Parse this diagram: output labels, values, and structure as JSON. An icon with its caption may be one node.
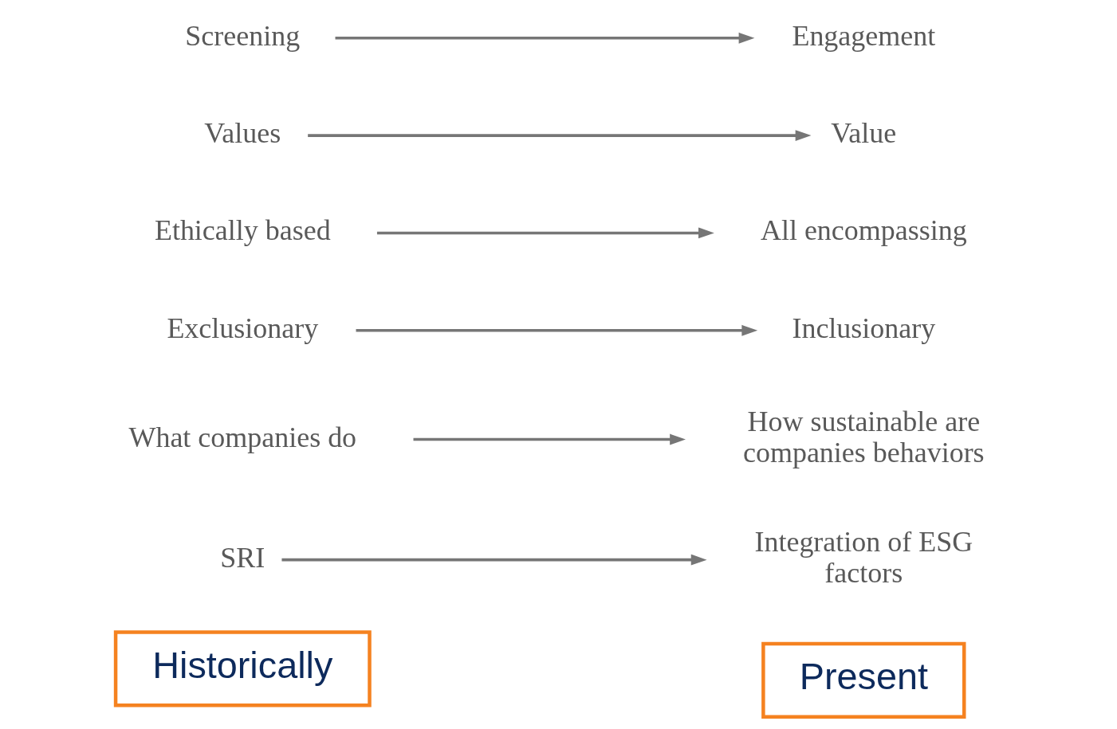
{
  "diagram": {
    "nodes": [
      {
        "text": [
          "Historically"
        ]
      },
      {
        "text": [
          "Present"
        ]
      },
      {
        "text": [
          "SRI"
        ]
      },
      {
        "text": [
          "Integration of ESG factors"
        ]
      },
      {
        "text": [
          "What companies do"
        ]
      },
      {
        "text": [
          "How sustainable are companies behaviors"
        ]
      },
      {
        "text": [
          "Exclusionary"
        ]
      },
      {
        "text": [
          "Inclusionary"
        ]
      },
      {
        "text": [
          "Ethically based"
        ]
      },
      {
        "text": [
          "All encompassing"
        ]
      },
      {
        "text": [
          "Values"
        ]
      },
      {
        "text": [
          "Value"
        ]
      },
      {
        "text": [
          "Screening"
        ]
      },
      {
        "text": [
          "Engagement"
        ]
      }
    ],
    "edges": [
      {
        "from": 2,
        "to": 3,
        "arrow": "to"
      },
      {
        "from": 4,
        "to": 5,
        "arrow": "to"
      },
      {
        "from": 6,
        "to": 7,
        "arrow": "to"
      },
      {
        "from": 8,
        "to": 9,
        "arrow": "to"
      },
      {
        "from": 10,
        "to": 11,
        "arrow": "to"
      },
      {
        "from": 12,
        "to": 13,
        "arrow": "to"
      }
    ]
  }
}
